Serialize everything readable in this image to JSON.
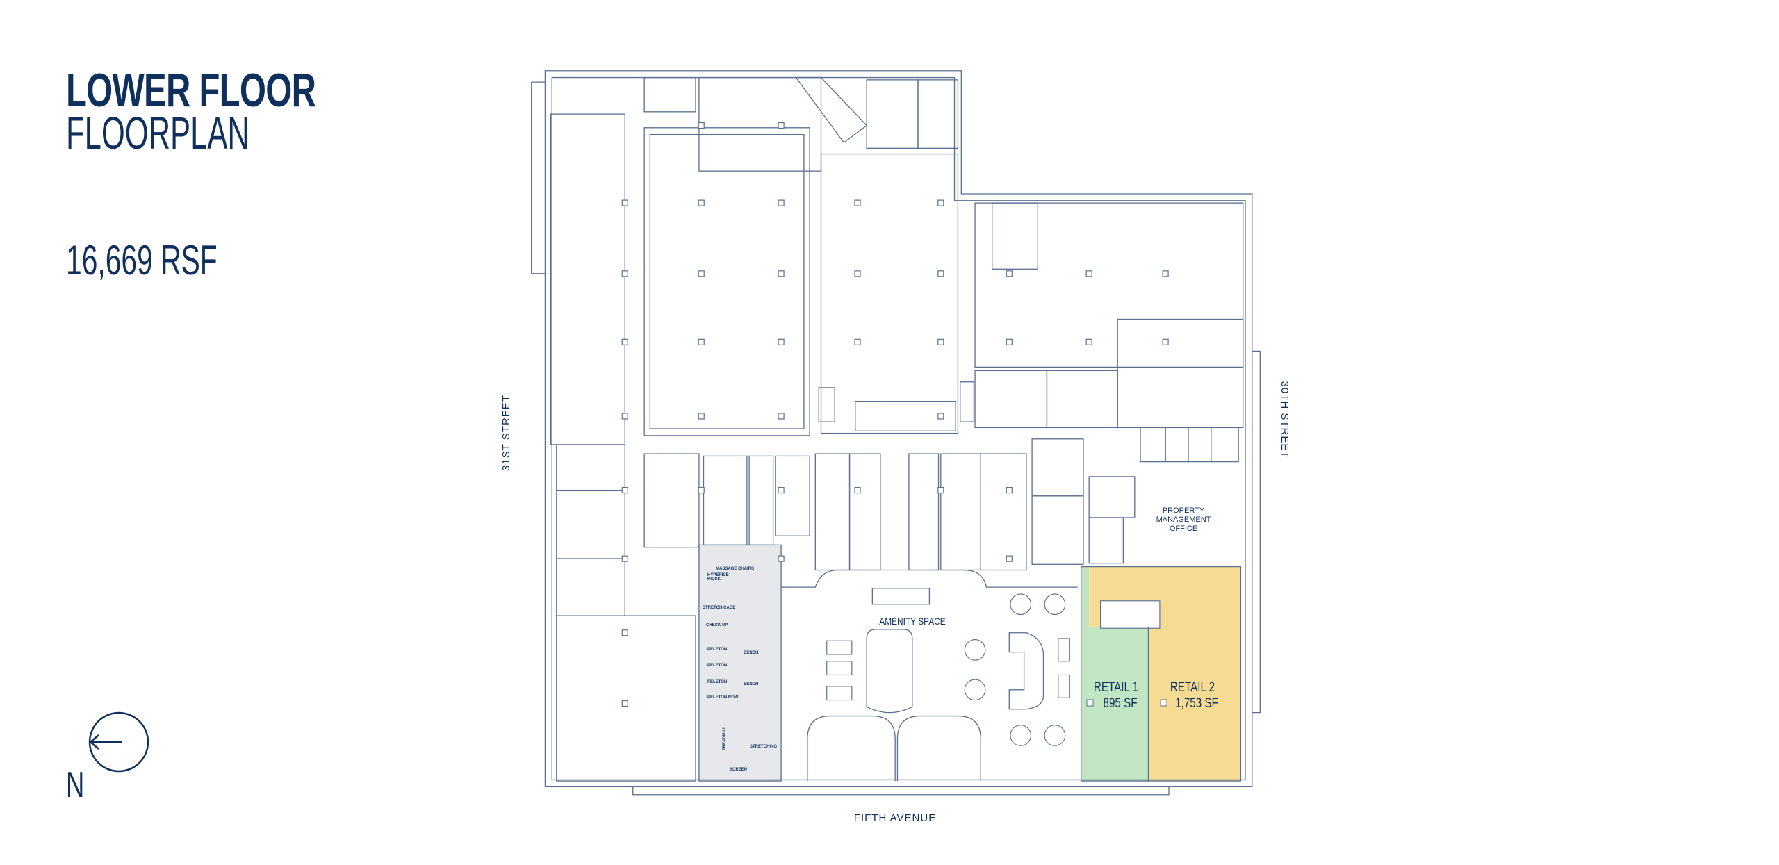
{
  "header": {
    "title": "LOWER FLOOR",
    "subtitle": "FLOORPLAN",
    "area": "16,669 RSF"
  },
  "streets": {
    "west": "31ST STREET",
    "east": "30TH STREET",
    "south": "FIFTH AVENUE"
  },
  "spaces": {
    "amenity": "AMENITY SPACE",
    "property_management": [
      "PROPERTY",
      "MANAGEMENT",
      "OFFICE"
    ],
    "retail1": {
      "name": "RETAIL 1",
      "area": "895 SF",
      "color": "#c2e6c4"
    },
    "retail2": {
      "name": "RETAIL 2",
      "area": "1,753 SF",
      "color": "#f5dc92"
    },
    "gym_color": "#e6e8ec"
  },
  "gym_labels": {
    "massage": "MASSAGE CHAIRS",
    "hyperice1": "HYPERICE",
    "hyperice2": "KIOSK",
    "stretch_cage": "STRETCH CAGE",
    "check_up": "CHECK UP",
    "peleton1": "PELETON",
    "peleton2": "PELETON",
    "peleton3": "PELETON",
    "peleton_row": "PELETON ROW",
    "bench1": "BENCH",
    "bench2": "BENCH",
    "treadmill": "TREADMILL",
    "stretching": "STRETCHING",
    "screen": "SCREEN"
  },
  "compass": {
    "label": "N",
    "icon": "north-arrow-icon"
  },
  "colors": {
    "navy": "#0f2f5c",
    "walls": "#5b6f8f"
  }
}
